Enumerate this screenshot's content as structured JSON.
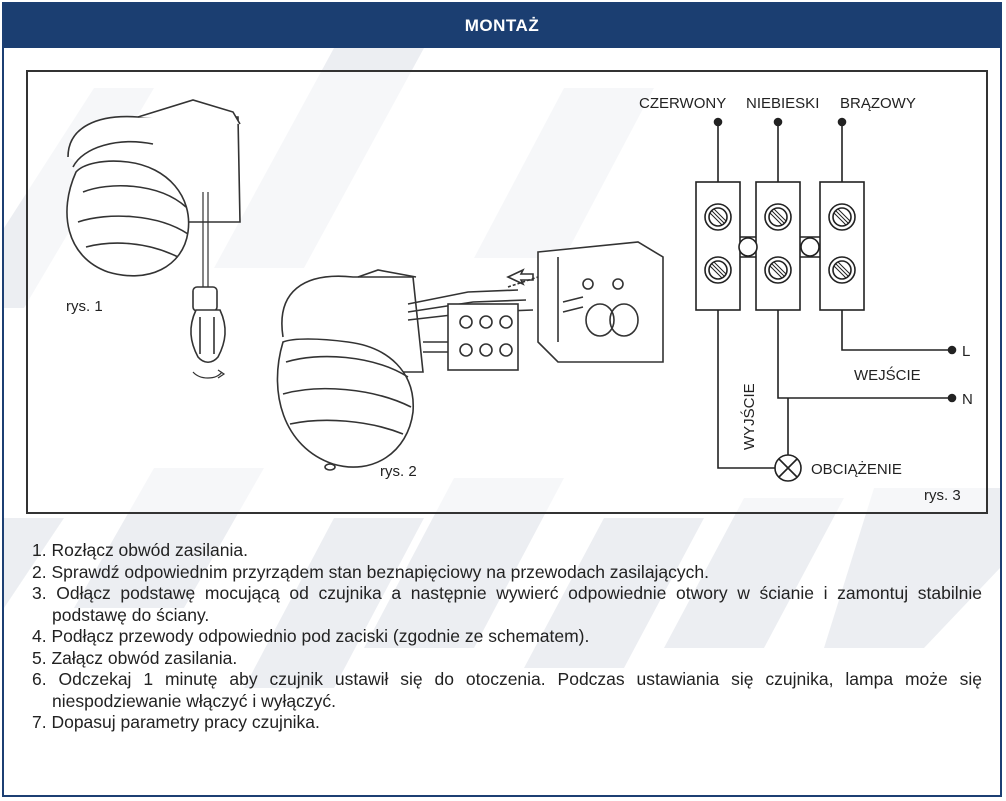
{
  "header": {
    "title": "MONTAŻ"
  },
  "figures": {
    "fig1_caption": "rys. 1",
    "fig2_caption": "rys. 2",
    "fig3_caption": "rys. 3"
  },
  "wiring": {
    "wire_labels": [
      "CZERWONY",
      "NIEBIESKI",
      "BRĄZOWY"
    ],
    "input_label": "WEJŚCIE",
    "output_label": "WYJŚCIE",
    "load_label": "OBCIĄŻENIE",
    "terminal_l": "L",
    "terminal_n": "N"
  },
  "instructions": [
    "1. Rozłącz  obwód zasilania.",
    "2. Sprawdź odpowiednim przyrządem stan beznapięciowy na przewodach zasilających.",
    "3. Odłącz podstawę mocującą od czujnika a następnie wywierć odpowiednie otwory w ścianie i zamontuj stabilnie podstawę do ściany.",
    "4. Podłącz przewody odpowiednio pod zaciski (zgodnie ze schematem).",
    "5. Załącz obwód zasilania.",
    "6. Odczekaj 1 minutę aby czujnik ustawił się do otoczenia. Podczas ustawiania się czujnika, lampa może się niespodziewanie włączyć i wyłączyć.",
    "7. Dopasuj parametry pracy czujnika."
  ]
}
